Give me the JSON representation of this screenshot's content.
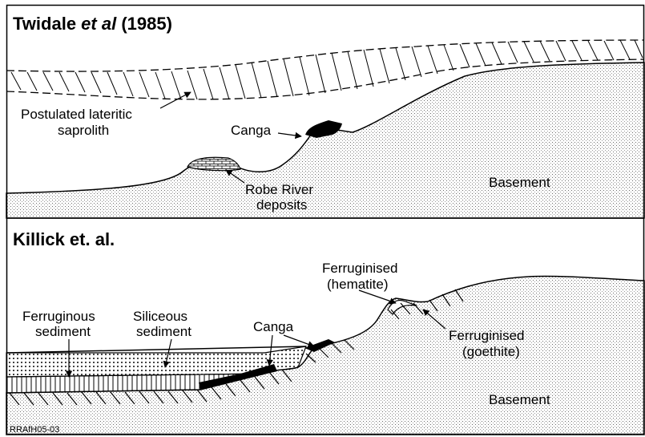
{
  "panel_top": {
    "title_part1": "Twidale ",
    "title_italic": "et al",
    "title_part2": " (1985)",
    "labels": {
      "saprolith_line1": "Postulated lateritic",
      "saprolith_line2": "saprolith",
      "canga": "Canga",
      "robe_line1": "Robe River",
      "robe_line2": "deposits",
      "basement": "Basement"
    }
  },
  "panel_bottom": {
    "title": "Killick et. al.",
    "labels": {
      "ferruginous_line1": "Ferruginous",
      "ferruginous_line2": "sediment",
      "siliceous_line1": "Siliceous",
      "siliceous_line2": "sediment",
      "canga": "Canga",
      "hematite_line1": "Ferruginised",
      "hematite_line2": "(hematite)",
      "goethite_line1": "Ferruginised",
      "goethite_line2": "(goethite)",
      "basement": "Basement"
    },
    "figure_code": "RRAfH05-03"
  }
}
